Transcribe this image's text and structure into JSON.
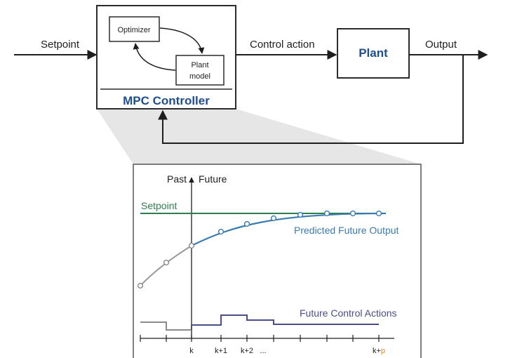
{
  "diagram": {
    "setpoint_label": "Setpoint",
    "control_action_label": "Control action",
    "output_label": "Output",
    "plant_label": "Plant",
    "controller": {
      "title": "MPC Controller",
      "optimizer_label": "Optimizer",
      "plant_model_line1": "Plant",
      "plant_model_line2": "model"
    }
  },
  "plot": {
    "past_label": "Past",
    "future_label": "Future",
    "setpoint_label": "Setpoint",
    "predicted_label": "Predicted Future Output",
    "control_label": "Future Control Actions",
    "ticks": {
      "k": "k",
      "k1": "k+1",
      "k2": "k+2",
      "dots": "...",
      "kp_base": "k+",
      "kp_sub": "p"
    }
  },
  "colors": {
    "box_stroke": "#2b2b2b",
    "controller_title": "#1f4e8c",
    "plant_title": "#1f4e8c",
    "setpoint_line": "#2e7d4f",
    "predicted_output": "#3a7bb0",
    "past_output": "#9a9a9a",
    "future_control": "#4b4d86",
    "past_control": "#8a8a8a",
    "horizon_highlight": "#e08a1e",
    "background_panel": "#e6e6e6"
  }
}
